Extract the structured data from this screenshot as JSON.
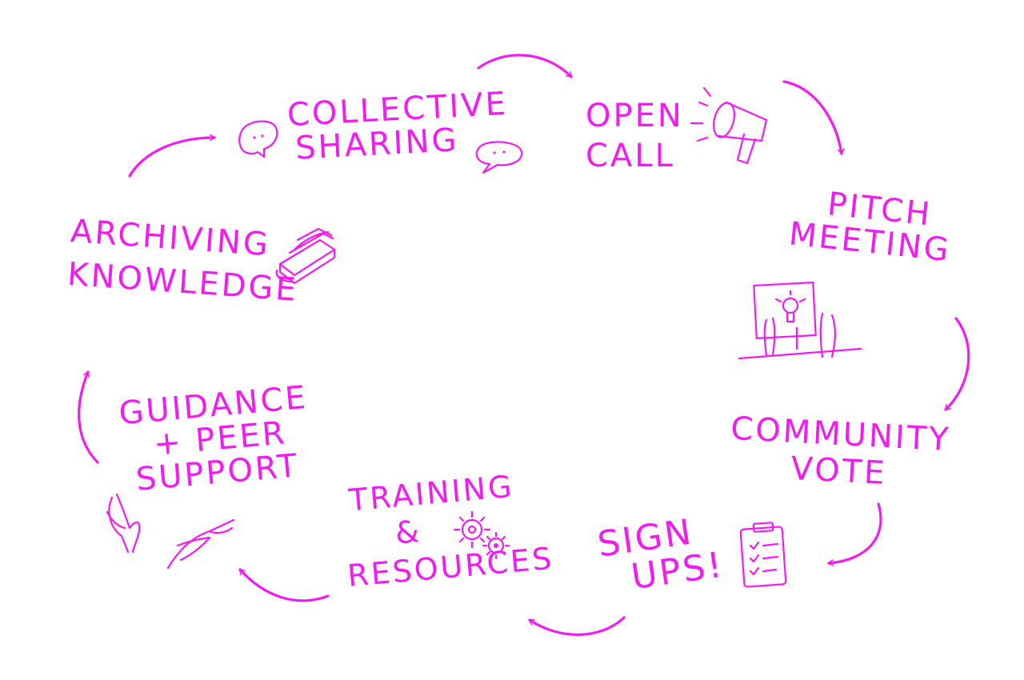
{
  "colors": {
    "ink": "#f01cf0",
    "background": "#ffffff"
  },
  "steps": [
    {
      "id": "collective-sharing",
      "lines": [
        "Collective",
        "Sharing"
      ],
      "icon": "speech-bubbles-icon"
    },
    {
      "id": "open-call",
      "lines": [
        "Open",
        "Call"
      ],
      "icon": "megaphone-icon"
    },
    {
      "id": "pitch-meeting",
      "lines": [
        "Pitch",
        "Meeting"
      ],
      "icon": "presentation-board-icon"
    },
    {
      "id": "community-vote",
      "lines": [
        "Community",
        "Vote"
      ],
      "icon": ""
    },
    {
      "id": "sign-ups",
      "lines": [
        "Sign",
        "Ups!"
      ],
      "icon": "clipboard-checklist-icon"
    },
    {
      "id": "training-resources",
      "lines": [
        "Training",
        "&",
        "Resources"
      ],
      "icon": "gears-icon"
    },
    {
      "id": "guidance-peer-support",
      "lines": [
        "Guidance",
        "+ Peer",
        "Support"
      ],
      "icon": "helping-hands-icon"
    },
    {
      "id": "archiving-knowledge",
      "lines": [
        "Archiving",
        "Knowledge"
      ],
      "icon": "books-icon"
    }
  ]
}
